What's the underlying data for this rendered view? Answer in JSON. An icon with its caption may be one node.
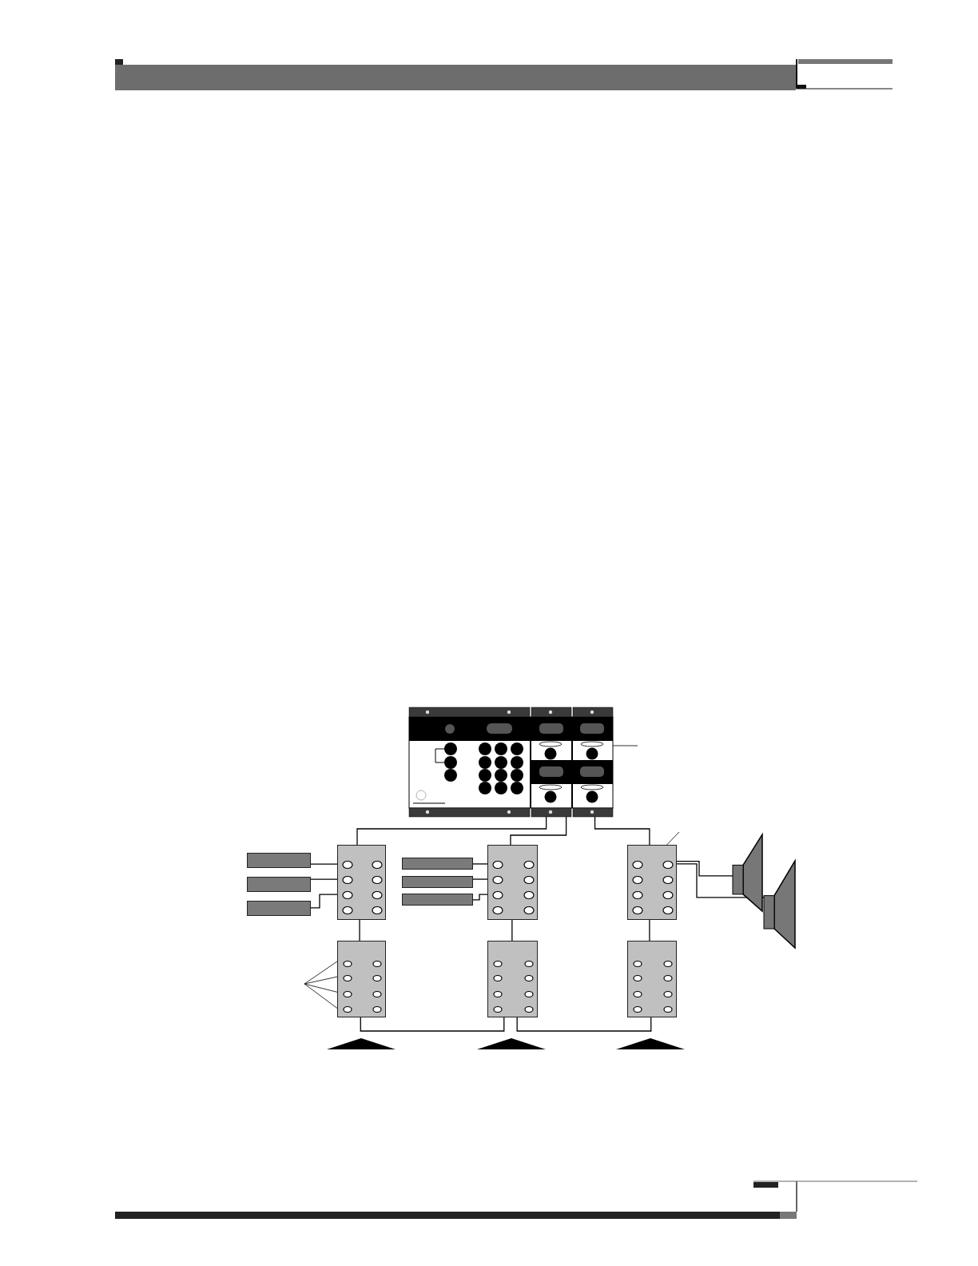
{
  "diagram": {
    "nodes": [
      {
        "text": [],
        "shape": "picture"
      },
      {
        "text": [],
        "shape": "box"
      },
      {
        "text": [],
        "shape": "box"
      },
      {
        "text": [],
        "shape": "box"
      },
      {
        "text": [],
        "shape": "bar"
      },
      {
        "text": [],
        "shape": "bar"
      },
      {
        "text": [],
        "shape": "bar"
      },
      {
        "text": [],
        "shape": "bar"
      },
      {
        "text": [],
        "shape": "bar"
      },
      {
        "text": [],
        "shape": "bar"
      },
      {
        "text": [],
        "shape": "speaker"
      },
      {
        "text": [],
        "shape": "speaker"
      },
      {
        "text": [],
        "shape": "box"
      },
      {
        "text": [],
        "shape": "box"
      },
      {
        "text": [],
        "shape": "box"
      },
      {
        "text": [],
        "shape": "triangle"
      },
      {
        "text": [],
        "shape": "triangle"
      },
      {
        "text": [],
        "shape": "triangle"
      }
    ],
    "edges": [
      {
        "from": 0,
        "to": 1,
        "arrow": "none"
      },
      {
        "from": 0,
        "to": 2,
        "arrow": "none"
      },
      {
        "from": 0,
        "to": 3,
        "arrow": "none"
      },
      {
        "from": 4,
        "to": 1,
        "arrow": "none"
      },
      {
        "from": 5,
        "to": 1,
        "arrow": "none"
      },
      {
        "from": 6,
        "to": 1,
        "arrow": "none"
      },
      {
        "from": 7,
        "to": 2,
        "arrow": "none"
      },
      {
        "from": 8,
        "to": 2,
        "arrow": "none"
      },
      {
        "from": 9,
        "to": 2,
        "arrow": "none"
      },
      {
        "from": 3,
        "to": 10,
        "arrow": "none"
      },
      {
        "from": 3,
        "to": 11,
        "arrow": "none"
      },
      {
        "from": 1,
        "to": 12,
        "arrow": "none"
      },
      {
        "from": 2,
        "to": 13,
        "arrow": "none"
      },
      {
        "from": 3,
        "to": 14,
        "arrow": "none"
      },
      {
        "from": 12,
        "to": 13,
        "arrow": "none"
      },
      {
        "from": 13,
        "to": 14,
        "arrow": "none"
      },
      {
        "from": null,
        "to": 0,
        "arrow": "none"
      },
      {
        "from": null,
        "to": 3,
        "arrow": "none"
      },
      {
        "from": null,
        "to": 12,
        "arrow": "none"
      },
      {
        "from": null,
        "to": 12,
        "arrow": "none"
      },
      {
        "from": null,
        "to": 12,
        "arrow": "none"
      },
      {
        "from": null,
        "to": 12,
        "arrow": "none"
      }
    ]
  }
}
